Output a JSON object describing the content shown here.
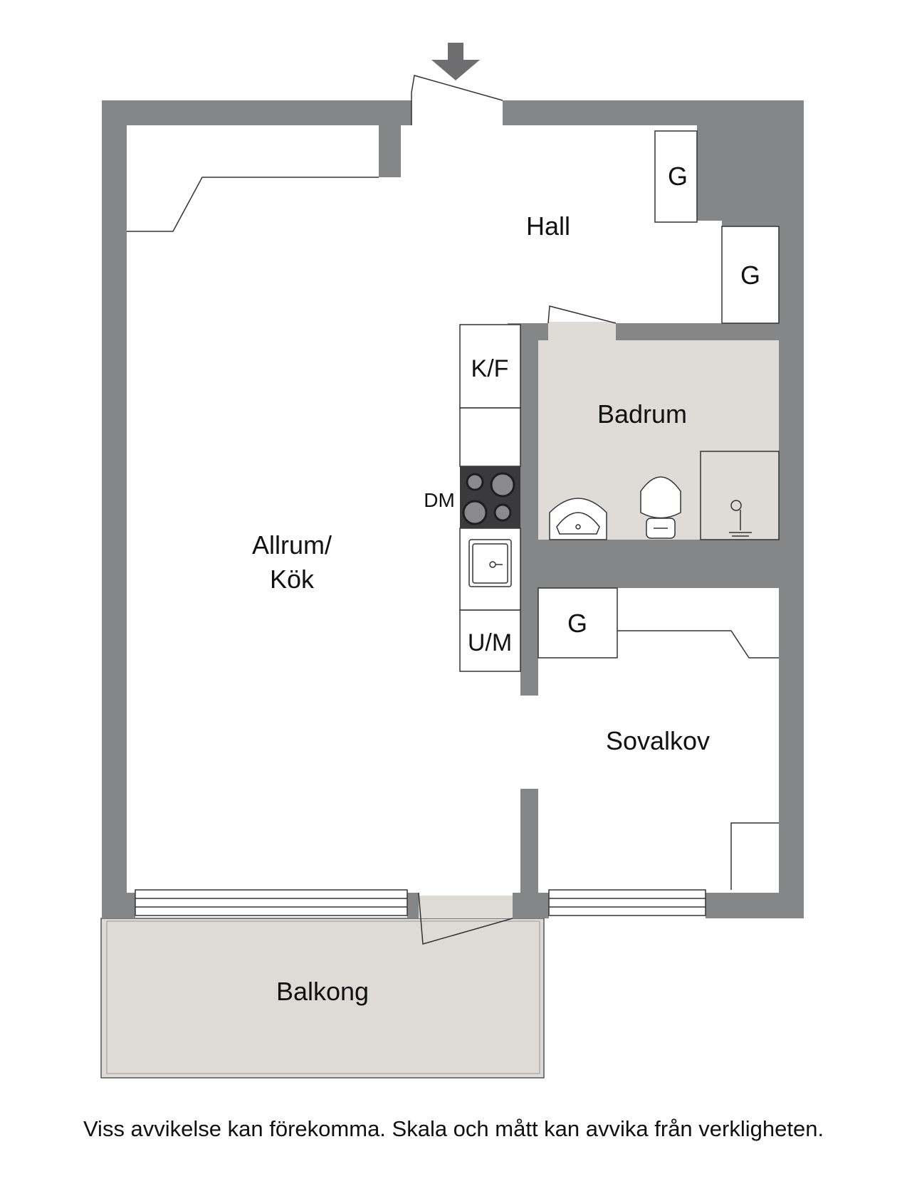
{
  "colors": {
    "wall": "#858688",
    "wet_room": "#dfdcd8",
    "balcony": "#dedbd7",
    "line": "#333333",
    "fixture": "#2b2b2b",
    "arrow": "#6e6e70"
  },
  "rooms": {
    "hall": "Hall",
    "allrum_line1": "Allrum/",
    "allrum_line2": "Kök",
    "badrum": "Badrum",
    "sovalkov": "Sovalkov",
    "balkong": "Balkong"
  },
  "storage": {
    "g1": "G",
    "g2": "G",
    "g3": "G"
  },
  "appliances": {
    "kf": "K/F",
    "dm": "DM",
    "um": "U/M"
  },
  "icons": [
    "entrance-arrow-icon",
    "stove-icon",
    "sink-icon",
    "washbasin-icon",
    "toilet-icon",
    "shower-icon"
  ],
  "disclaimer": "Viss avvikelse kan förekomma. Skala och mått kan avvika från verkligheten."
}
